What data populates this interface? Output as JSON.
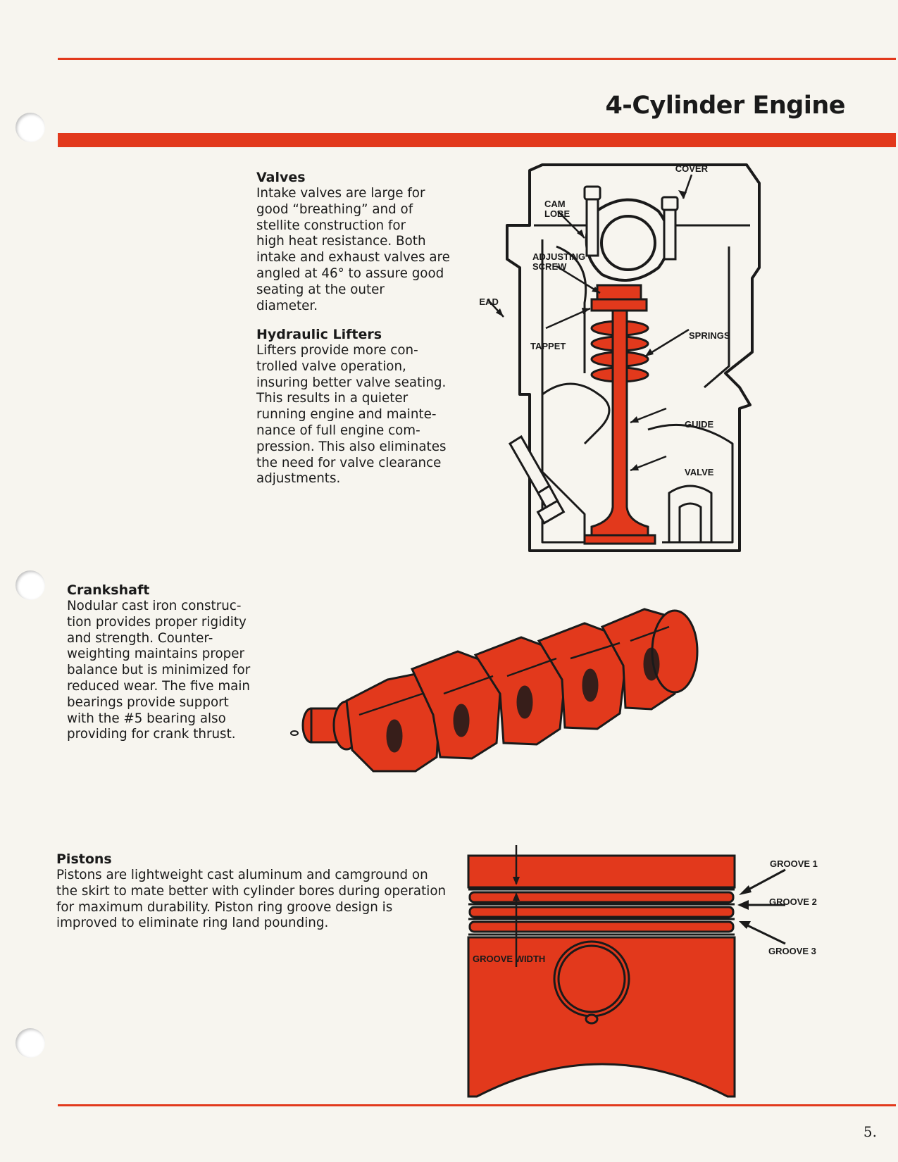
{
  "page": {
    "title": "4-Cylinder Engine",
    "page_number": "5."
  },
  "colors": {
    "accent": "#e2391c",
    "paper": "#f7f5ef",
    "ink": "#1a1a1a"
  },
  "valves": {
    "heading": "Valves",
    "lines": [
      "Intake valves are large for",
      "good “breathing” and of",
      "stellite construction for",
      "high heat resistance. Both",
      "intake and exhaust valves are",
      "angled at 46° to assure good",
      "seating at the outer",
      "diameter."
    ]
  },
  "lifters": {
    "heading": "Hydraulic Lifters",
    "lines": [
      "Lifters provide more con-",
      "trolled valve operation,",
      "insuring better valve seating.",
      "This results in a quieter",
      "running engine and mainte-",
      "nance of full engine com-",
      "pression. This also eliminates",
      "the need for valve clearance",
      "adjustments."
    ]
  },
  "crankshaft": {
    "heading": "Crankshaft",
    "lines": [
      "Nodular cast iron construc-",
      "tion provides proper rigidity",
      "and strength. Counter-",
      "weighting maintains proper",
      "balance but is minimized for",
      "reduced wear. The five main",
      "bearings provide support",
      "with the #5 bearing also",
      "providing for crank thrust."
    ]
  },
  "pistons": {
    "heading": "Pistons",
    "lines": [
      "Pistons are lightweight cast aluminum and camground on",
      "the skirt to mate better with cylinder bores during operation",
      "for maximum durability. Piston ring groove design is",
      "improved to eliminate ring land pounding."
    ]
  },
  "valve_diagram": {
    "labels": {
      "cover": "COVER",
      "cam_lobe_1": "CAM",
      "cam_lobe_2": "LOBE",
      "adjusting_screw_1": "ADJUSTING",
      "adjusting_screw_2": "SCREW",
      "head": "HEAD",
      "tappet": "TAPPET",
      "springs": "SPRINGS",
      "guide": "GUIDE",
      "valve": "VALVE"
    }
  },
  "piston_diagram": {
    "labels": {
      "groove_1": "GROOVE 1",
      "groove_2": "GROOVE 2",
      "groove_3": "GROOVE 3",
      "groove_width": "GROOVE WIDTH"
    }
  }
}
